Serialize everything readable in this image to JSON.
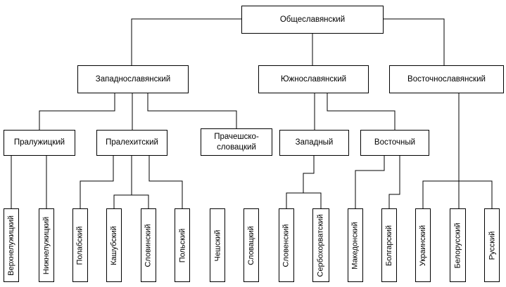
{
  "diagram": {
    "nodes": {
      "root": {
        "label": "Общеславянский"
      },
      "west": {
        "label": "Западнославянский"
      },
      "south": {
        "label": "Южнославянский"
      },
      "east": {
        "label": "Восточнославянский"
      },
      "praluzhitsky": {
        "label": "Пралужицкий"
      },
      "pralekhitsky": {
        "label": "Пралехитский"
      },
      "pracheshsko_slovatsky": {
        "label": "Прачешско-словацкий"
      },
      "zapadny": {
        "label": "Западный"
      },
      "vostochny": {
        "label": "Восточный"
      }
    },
    "leaves": [
      {
        "label": "Верхнелужицкий"
      },
      {
        "label": "Нижнелужицкий"
      },
      {
        "label": "Полабский"
      },
      {
        "label": "Кашубский"
      },
      {
        "label": "Словинский"
      },
      {
        "label": "Польский"
      },
      {
        "label": "Чешский"
      },
      {
        "label": "Словацкий"
      },
      {
        "label": "Словенский"
      },
      {
        "label": "Сербохорватский"
      },
      {
        "label": "Македонский"
      },
      {
        "label": "Болгарский"
      },
      {
        "label": "Украинский"
      },
      {
        "label": "Белорусский"
      },
      {
        "label": "Русский"
      }
    ],
    "colors": {
      "background": "#ffffff",
      "line": "#000000",
      "box_border": "#000000",
      "text": "#000000"
    }
  }
}
